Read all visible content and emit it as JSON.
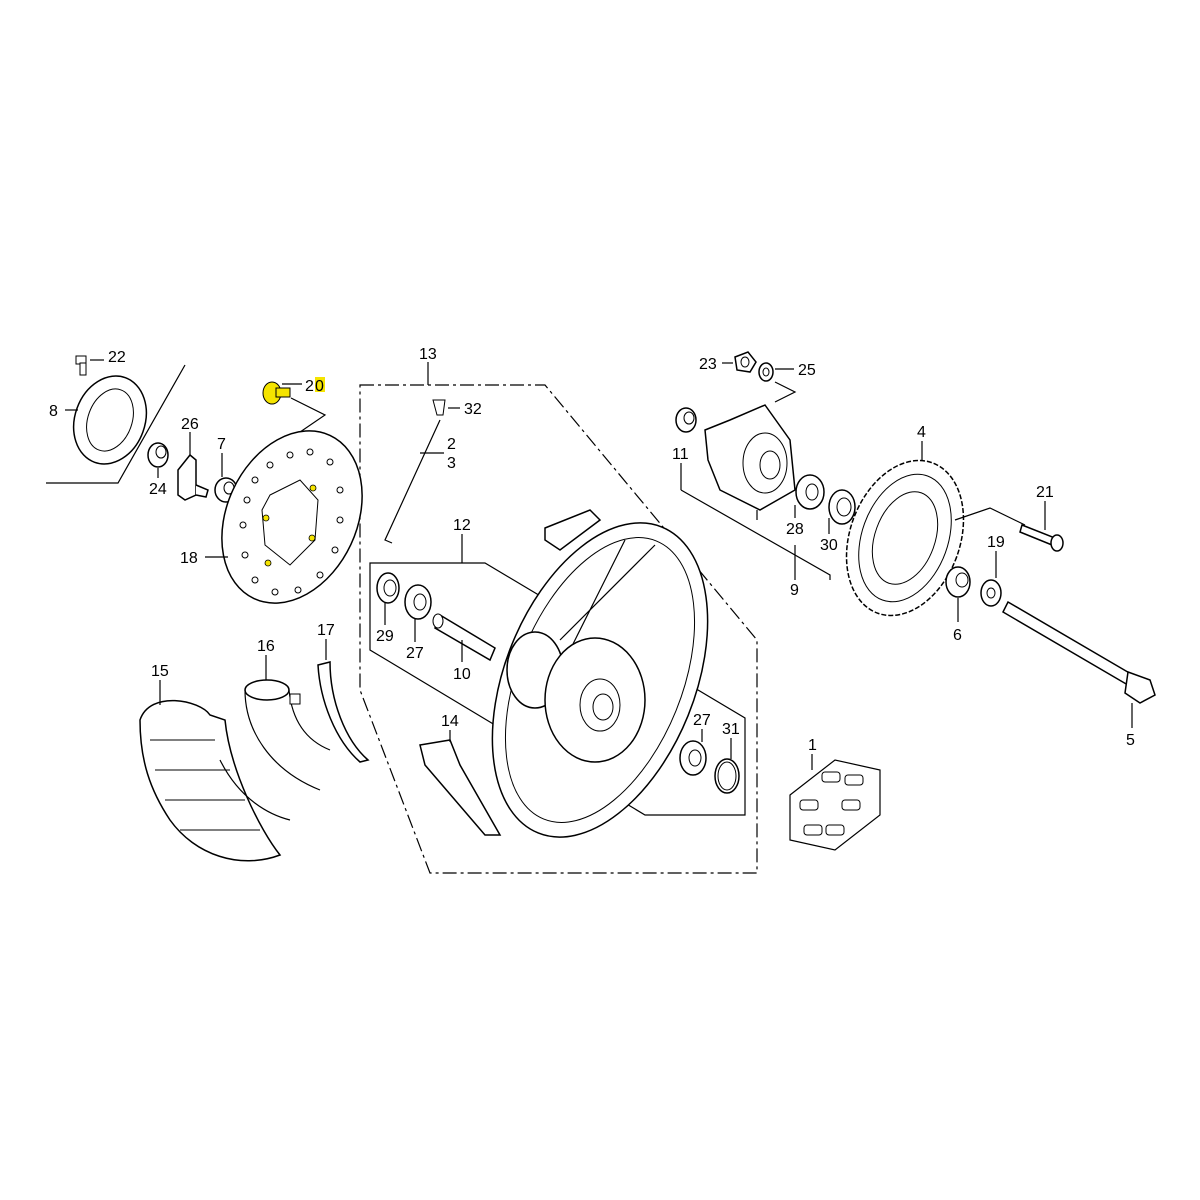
{
  "title": "Rear wheel exploded parts diagram",
  "highlight_color": "#f5e400",
  "labels": {
    "p1": "1",
    "p2": "2",
    "p3": "3",
    "p4": "4",
    "p5": "5",
    "p6": "6",
    "p7": "7",
    "p8": "8",
    "p9": "9",
    "p10": "10",
    "p11": "11",
    "p12": "12",
    "p13": "13",
    "p14": "14",
    "p15": "15",
    "p16": "16",
    "p17": "17",
    "p18": "18",
    "p19": "19",
    "p20a": "2",
    "p20b": "0",
    "p21": "21",
    "p22": "22",
    "p23": "23",
    "p24": "24",
    "p25": "25",
    "p26": "26",
    "p27a": "27",
    "p27b": "27",
    "p28": "28",
    "p29": "29",
    "p30": "30",
    "p31": "31",
    "p32": "32"
  }
}
